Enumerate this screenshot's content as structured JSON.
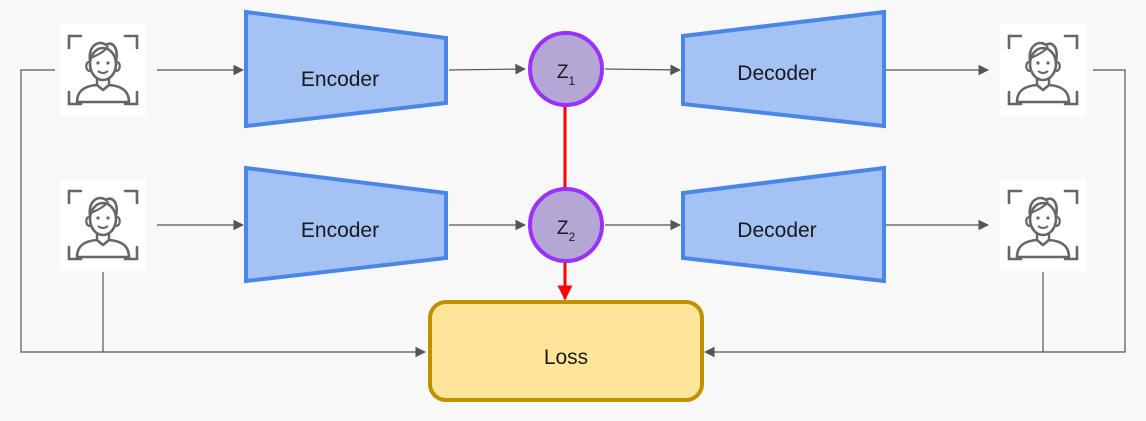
{
  "encoders": [
    {
      "label": "Encoder"
    },
    {
      "label": "Encoder"
    }
  ],
  "decoders": [
    {
      "label": "Decoder"
    },
    {
      "label": "Decoder"
    }
  ],
  "latents": [
    {
      "letter": "Z",
      "subscript": "1"
    },
    {
      "letter": "Z",
      "subscript": "2"
    }
  ],
  "loss": {
    "label": "Loss"
  },
  "icons": {
    "face": "face-scan-icon"
  },
  "colors": {
    "encoder_fill": "#a4c2f4",
    "encoder_stroke": "#4a86e8",
    "latent_fill": "#b4a7d6",
    "latent_stroke": "#9b30ff",
    "loss_fill": "#ffe599",
    "loss_stroke": "#bf9000",
    "red_arrow": "#ff0000",
    "connector": "#555555",
    "icon": "#666666"
  }
}
